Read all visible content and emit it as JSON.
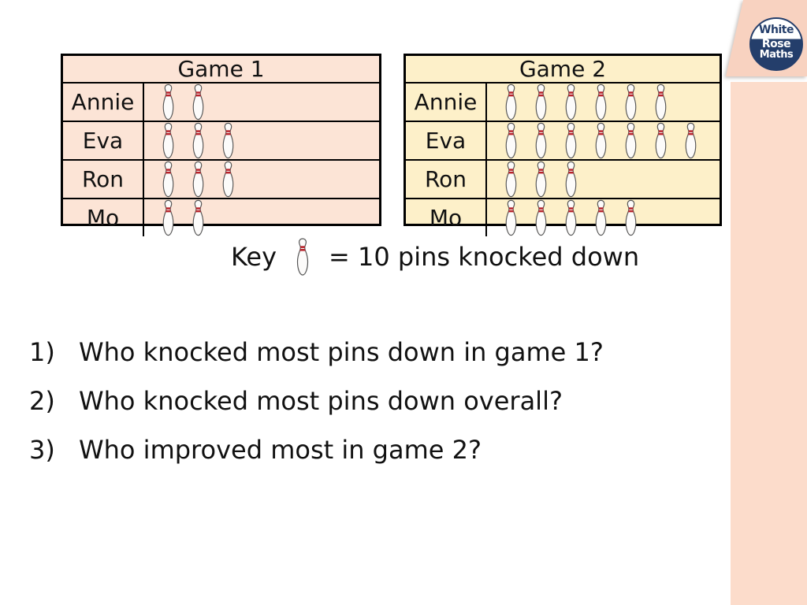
{
  "slide": {
    "background": "#ffffff",
    "text_color": "#111111"
  },
  "logo": {
    "line1": "White",
    "line2": "Rose",
    "line3": "Maths",
    "navy": "#243e6b"
  },
  "decor": {
    "trapezoid_color": "#f8d2c0",
    "band_color": "#fcdccb"
  },
  "pin_colors": {
    "body": "#fcfbfa",
    "outline": "#555555",
    "stripe": "#b8232b"
  },
  "tables": [
    {
      "title": "Game 1",
      "bg": "#fce4d6",
      "rows": [
        {
          "name": "Annie",
          "pins": 2
        },
        {
          "name": "Eva",
          "pins": 3
        },
        {
          "name": "Ron",
          "pins": 3
        },
        {
          "name": "Mo",
          "pins": 2
        }
      ]
    },
    {
      "title": "Game 2",
      "bg": "#fdf0c9",
      "rows": [
        {
          "name": "Annie",
          "pins": 6
        },
        {
          "name": "Eva",
          "pins": 7
        },
        {
          "name": "Ron",
          "pins": 3
        },
        {
          "name": "Mo",
          "pins": 5
        }
      ]
    }
  ],
  "key": {
    "label": "Key",
    "text": "= 10 pins knocked down"
  },
  "questions": [
    {
      "num": "1)",
      "text": "Who knocked most pins down in game 1?"
    },
    {
      "num": "2)",
      "text": "Who knocked most pins down overall?"
    },
    {
      "num": "3)",
      "text": "Who improved most in game 2?"
    }
  ],
  "chart_data": [
    {
      "type": "bar",
      "subtype": "pictogram",
      "title": "Game 1",
      "categories": [
        "Annie",
        "Eva",
        "Ron",
        "Mo"
      ],
      "symbols_per_row": [
        2,
        3,
        3,
        2
      ],
      "values": [
        20,
        30,
        30,
        20
      ],
      "key": "1 pin symbol = 10 pins knocked down",
      "unit": "pins knocked down",
      "legend_position": "below",
      "grid": false
    },
    {
      "type": "bar",
      "subtype": "pictogram",
      "title": "Game 2",
      "categories": [
        "Annie",
        "Eva",
        "Ron",
        "Mo"
      ],
      "symbols_per_row": [
        6,
        7,
        3,
        5
      ],
      "values": [
        60,
        70,
        30,
        50
      ],
      "key": "1 pin symbol = 10 pins knocked down",
      "unit": "pins knocked down",
      "legend_position": "below",
      "grid": false
    }
  ]
}
